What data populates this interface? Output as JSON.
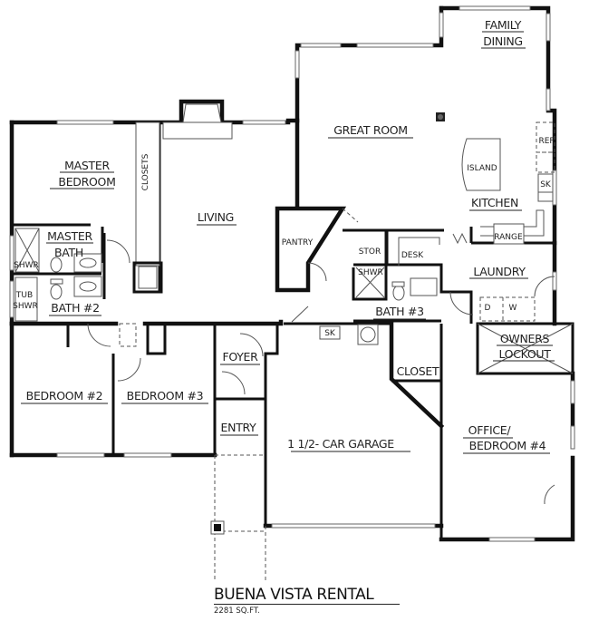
{
  "plan": {
    "title": "BUENA VISTA RENTAL",
    "area": "2281 SQ.FT."
  },
  "rooms": {
    "family_dining_1": "FAMILY",
    "family_dining_2": "DINING",
    "great_room": "GREAT ROOM",
    "island": "ISLAND",
    "kitchen": "KITCHEN",
    "ref": "REF",
    "sink": "SK",
    "range": "RANGE",
    "master_bedroom_1": "MASTER",
    "master_bedroom_2": "BEDROOM",
    "closets": "CLOSETS",
    "living": "LIVING",
    "master_bath_1": "MASTER",
    "master_bath_2": "BATH",
    "shwr_master": "SHWR",
    "tub": "TUB",
    "tub_shwr": "SHWR",
    "bath2": "BATH #2",
    "pantry": "PANTRY",
    "stor": "STOR",
    "desk": "DESK",
    "shwr_bath3": "SHWR",
    "laundry": "LAUNDRY",
    "dryer": "D",
    "washer": "W",
    "bath3": "BATH #3",
    "garage_sink": "SK",
    "owners_lockout_1": "OWNERS",
    "owners_lockout_2": "LOCKOUT",
    "closet": "CLOSET",
    "foyer": "FOYER",
    "entry": "ENTRY",
    "bedroom2": "BEDROOM #2",
    "bedroom3": "BEDROOM #3",
    "garage": "1 1/2- CAR GARAGE",
    "office_1": "OFFICE/",
    "office_2": "BEDROOM #4"
  },
  "colors": {
    "wall": "#111111",
    "fixture": "#555555",
    "background": "#ffffff"
  }
}
